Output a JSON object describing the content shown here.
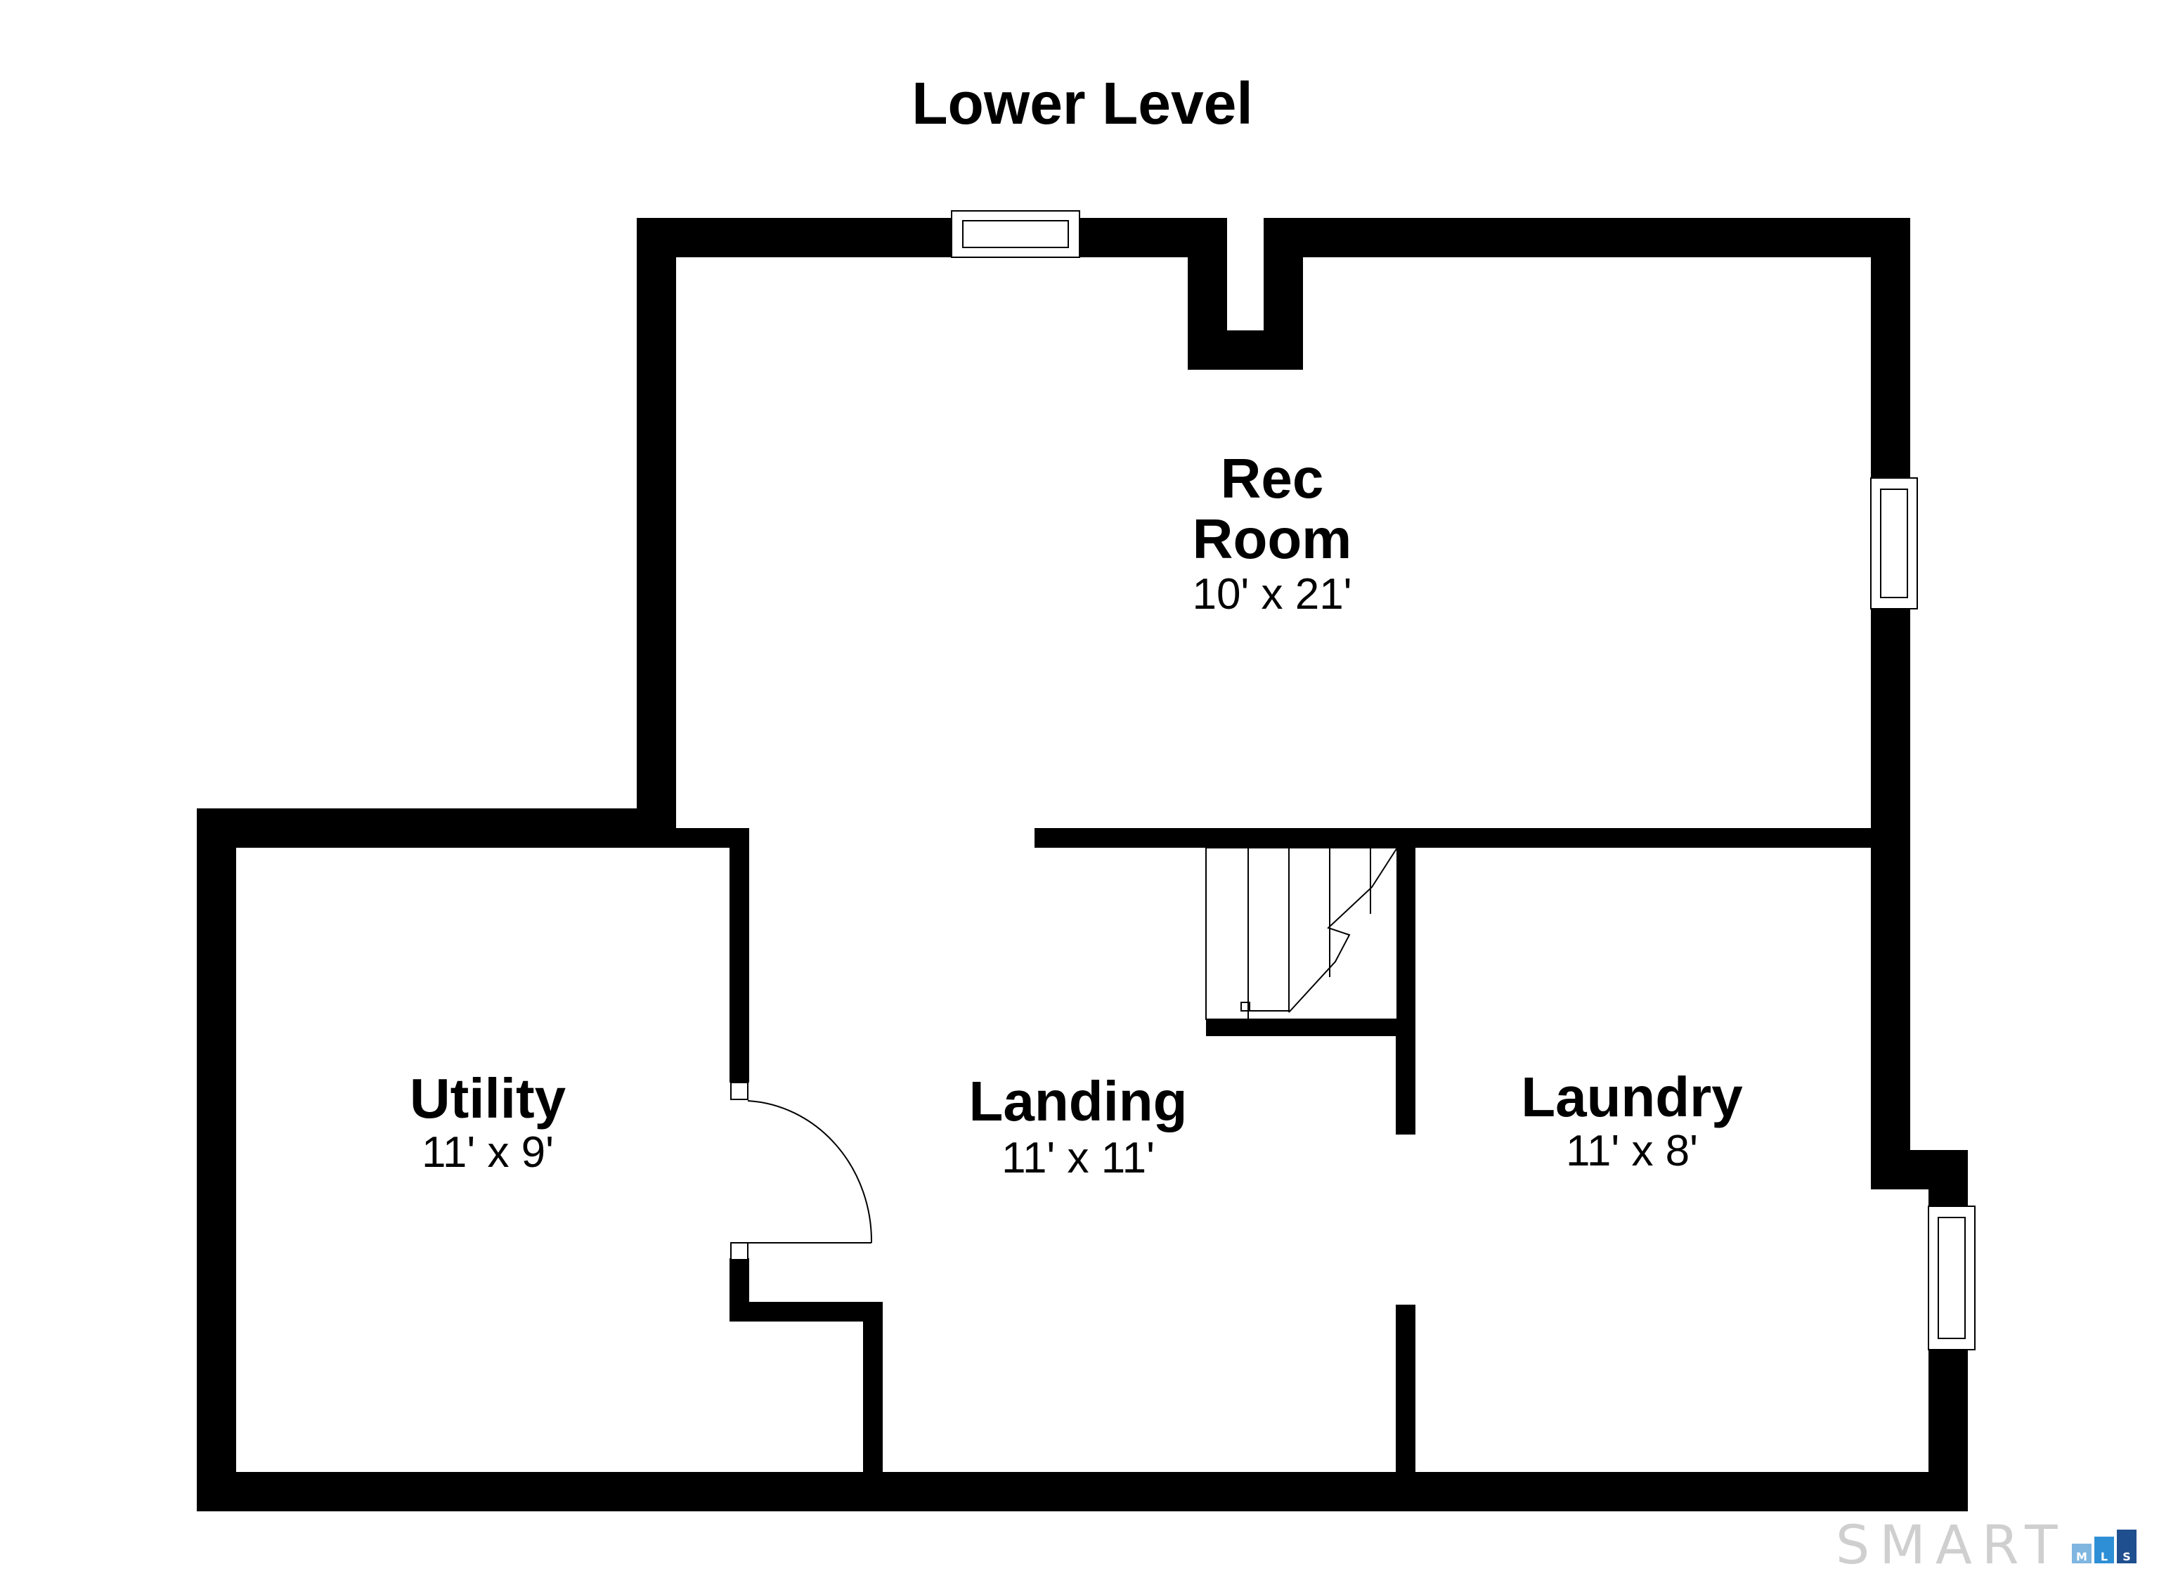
{
  "plan": {
    "title": "Lower Level",
    "wall_color": "#000000",
    "background_color": "#ffffff"
  },
  "rooms": [
    {
      "name_lines": [
        "Rec",
        "Room"
      ],
      "dimensions": "10' x 21'"
    },
    {
      "name_lines": [
        "Utility"
      ],
      "dimensions": "11' x 9'"
    },
    {
      "name_lines": [
        "Landing"
      ],
      "dimensions": "11' x 11'"
    },
    {
      "name_lines": [
        "Laundry"
      ],
      "dimensions": "11' x 8'"
    }
  ],
  "watermark": {
    "text": "SMART",
    "suffix_letters": [
      "M",
      "L",
      "S"
    ],
    "accent_colors": [
      "#7fb6e0",
      "#2f8fd6",
      "#1f4f8f"
    ]
  }
}
